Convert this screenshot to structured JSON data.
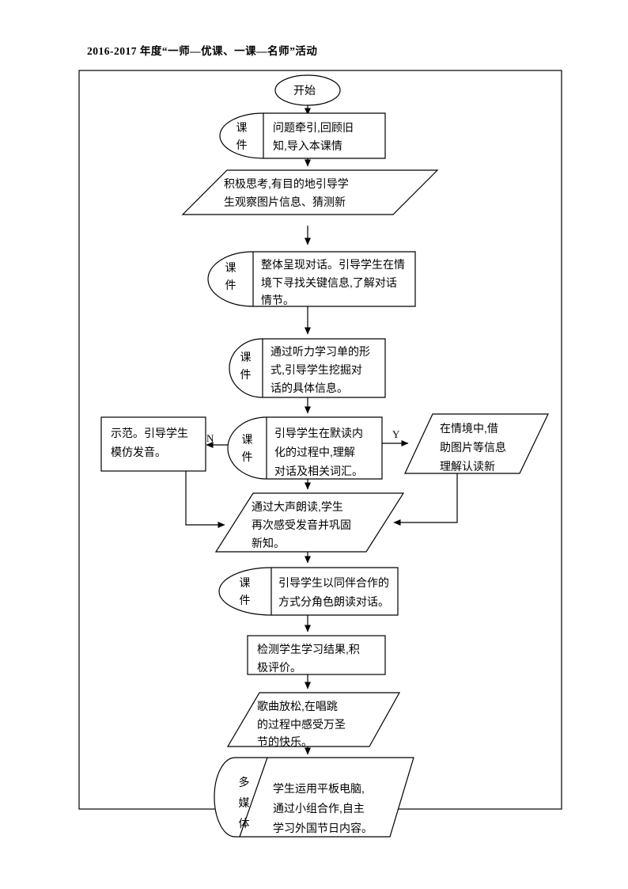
{
  "page": {
    "header": "2016-2017 年度“一师—优课、一课—名师”活动"
  },
  "flowchart": {
    "start_label": "开始",
    "branch": {
      "no": "N",
      "yes": "Y"
    },
    "tabs": {
      "courseware": "课件",
      "multimedia": "多媒体"
    },
    "nodes": {
      "intro": {
        "tab": "课件",
        "text": "问题牵引,回顾旧知,导入本课情",
        "lines": [
          "问题牵引,回顾旧",
          "知,导入本课情"
        ]
      },
      "observe": {
        "text": "积极思考,有目的地引导学生观察图片信息、猜测新",
        "lines": [
          "积极思考,有目的地引导学",
          "生观察图片信息、猜测新"
        ],
        "clipped_mark": "·"
      },
      "present": {
        "tab": "课件",
        "text": "整体呈现对话。引导学生在情境下寻找关键信息,了解对话情节。",
        "lines": [
          "整体呈现对话。引导学生在情",
          "境下寻找关键信息,了解对话",
          "情节。"
        ]
      },
      "listening": {
        "tab": "课件",
        "text": "通过听力学习单的形式,引导学生挖掘对话的具体信息。",
        "lines": [
          "通过听力学习单的形",
          "式,引导学生挖掘对",
          "话的具体信息。"
        ]
      },
      "silent_reading": {
        "tab": "课件",
        "text": "引导学生在默读内化的过程中,理解对话及相关词汇。",
        "lines": [
          "引导学生在默读内",
          "化的过程中,理解",
          "对话及相关词汇。"
        ]
      },
      "demo": {
        "text": "示范。引导学生模仿发音。",
        "lines": [
          "示范。引导学生",
          "模仿发音。"
        ]
      },
      "context": {
        "text": "在情境中,借助图片等信息理解认读新",
        "lines": [
          "在情境中,借",
          "助图片等信息",
          "理解认读新"
        ]
      },
      "read_aloud": {
        "text": "通过大声朗读,学生再次感受发音并巩固新知。",
        "lines": [
          "通过大声朗读,学生",
          "再次感受发音并巩固",
          "新知。"
        ]
      },
      "role_play": {
        "tab": "课件",
        "text": "引导学生以同伴合作的方式分角色朗读对话。",
        "lines": [
          "引导学生以同伴合作的",
          "方式分角色朗读对话。"
        ]
      },
      "assess": {
        "text": "检测学生学习结果,积极评价。",
        "lines": [
          "检测学生学习结果,积",
          "极评价。"
        ]
      },
      "song": {
        "text": "歌曲放松,在唱跳的过程中感受万圣节的快乐。",
        "lines": [
          "歌曲放松,在唱跳",
          "的过程中感受万圣",
          "节的快乐。"
        ]
      },
      "tablet": {
        "tab": "多媒体",
        "text": "学生运用平板电脑,通过小组合作,自主学习外国节日内容。",
        "lines": [
          "学生运用平板电脑,",
          "通过小组合作,自主",
          "学习外国节日内容。"
        ]
      }
    },
    "colors": {
      "line": "#000000",
      "fill": "#ffffff"
    }
  }
}
